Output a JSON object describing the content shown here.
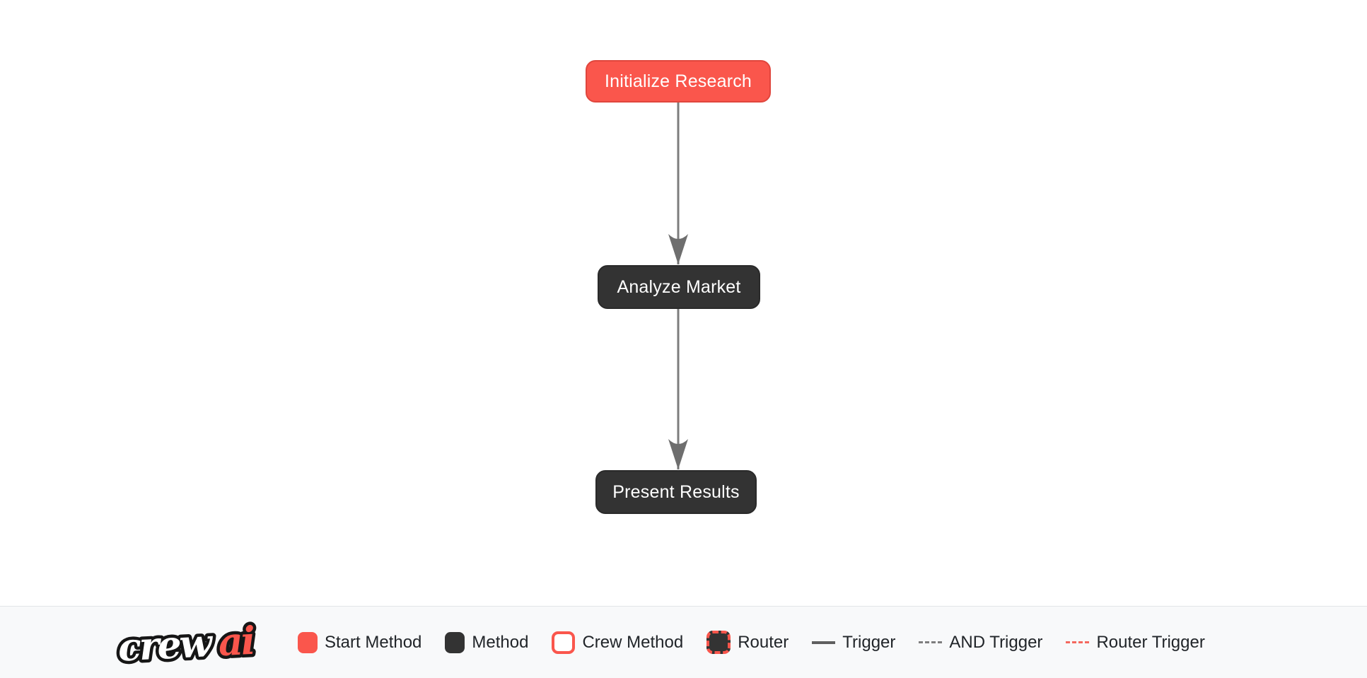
{
  "diagram": {
    "nodes": [
      {
        "label": "Initialize Research",
        "type": "start"
      },
      {
        "label": "Analyze Market",
        "type": "method"
      },
      {
        "label": "Present Results",
        "type": "method"
      }
    ],
    "edges": [
      {
        "from": "Initialize Research",
        "to": "Analyze Market",
        "type": "trigger"
      },
      {
        "from": "Analyze Market",
        "to": "Present Results",
        "type": "trigger"
      }
    ]
  },
  "legend": {
    "logo": {
      "primary": "crew",
      "accent": "ai"
    },
    "items": [
      {
        "label": "Start Method",
        "swatch": "start-method"
      },
      {
        "label": "Method",
        "swatch": "method"
      },
      {
        "label": "Crew Method",
        "swatch": "crew-method"
      },
      {
        "label": "Router",
        "swatch": "router"
      },
      {
        "label": "Trigger",
        "swatch": "trigger-line"
      },
      {
        "label": "AND Trigger",
        "swatch": "and-trigger-line"
      },
      {
        "label": "Router Trigger",
        "swatch": "router-trigger-line"
      }
    ]
  },
  "colors": {
    "accent": "#FA564C",
    "accent_border": "#E0463D",
    "node_dark": "#333333",
    "edge": "#7D7D7D",
    "legend_bg": "#F8F9FA",
    "legend_border": "#E2E5E8",
    "text": "#212529"
  }
}
